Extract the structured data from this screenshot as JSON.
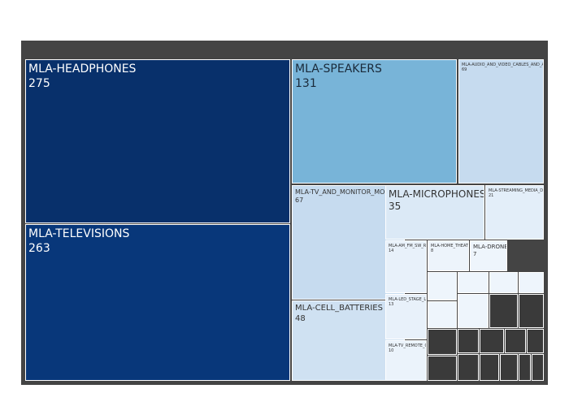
{
  "chart_data": {
    "type": "treemap",
    "title": "",
    "items": [
      {
        "label": "MLA-HEADPHONES",
        "value": 275,
        "color": "#08306b",
        "text_color": "#ffffff"
      },
      {
        "label": "MLA-TELEVISIONS",
        "value": 263,
        "color": "#08377a",
        "text_color": "#ffffff"
      },
      {
        "label": "MLA-SPEAKERS",
        "value": 131,
        "color": "#78b4d8",
        "text_color": "#1a2a3a"
      },
      {
        "label": "MLA-AUDIO_AND_VIDEO_CABLES_AND_ADAPTERS",
        "value": 69,
        "color": "#c6dbef",
        "text_color": "#333333"
      },
      {
        "label": "MLA-TV_AND_MONITOR_MOUNTS",
        "value": 67,
        "color": "#c6dbef",
        "text_color": "#333333"
      },
      {
        "label": "MLA-CELL_BATTERIES",
        "value": 48,
        "color": "#cfe1f2",
        "text_color": "#333333"
      },
      {
        "label": "MLA-MICROPHONES",
        "value": 35,
        "color": "#dbe9f6",
        "text_color": "#333333"
      },
      {
        "label": "MLA-STREAMING_MEDIA_DEVICES",
        "value": 21,
        "color": "#e3eef9",
        "text_color": "#333333"
      },
      {
        "label": "MLA-AM_FM_SW_RADIOS",
        "value": 14,
        "color": "#e8f1fa",
        "text_color": "#333333"
      },
      {
        "label": "MLA-LED_STAGE_LIGHTS",
        "value": 13,
        "color": "#e8f1fa",
        "text_color": "#333333"
      },
      {
        "label": "MLA-TV_REMOTE_CONTROLS",
        "value": 10,
        "color": "#ebf3fb",
        "text_color": "#333333"
      },
      {
        "label": "MLA-HOME_THEATERS",
        "value": 8,
        "color": "#edf4fb",
        "text_color": "#333333"
      },
      {
        "label": "MLA-DRONES",
        "value": 7,
        "color": "#eef5fc",
        "text_color": "#333333"
      }
    ]
  }
}
